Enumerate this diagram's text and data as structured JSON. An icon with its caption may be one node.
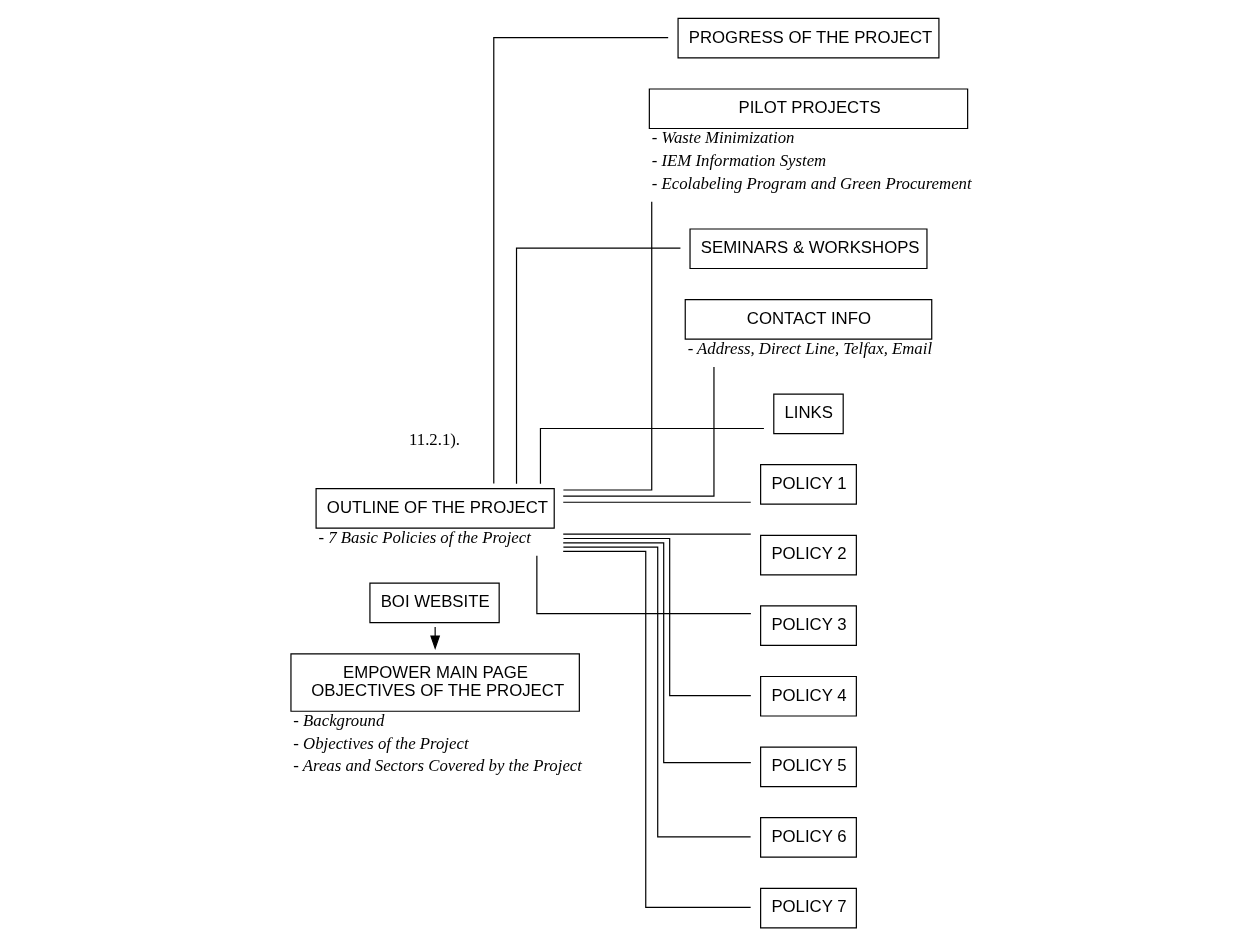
{
  "diagram": {
    "nodes": [
      {
        "text": [
          "BOI WEBSITE"
        ]
      },
      {
        "text": [
          "EMPOWER MAIN PAGE",
          "OBJECTIVES OF THE PROJECT"
        ],
        "beside": [
          "- Background",
          "- Objectives of the Project",
          "- Areas and Sectors Covered by the Project"
        ]
      },
      {
        "text": [
          "OUTLINE OF THE PROJECT"
        ],
        "beside": [
          "- 7 Basic Policies of the Project"
        ]
      },
      {
        "text": [
          "PROGRESS OF THE PROJECT"
        ]
      },
      {
        "text": [
          "PILOT PROJECTS"
        ],
        "beside": [
          "- Waste Minimization",
          "- IEM Information System",
          "- Ecolabeling Program and Green Procurement"
        ]
      },
      {
        "text": [
          "SEMINARS & WORKSHOPS"
        ]
      },
      {
        "text": [
          "CONTACT INFO"
        ],
        "beside": [
          "- Address, Direct Line, Telfax, Email"
        ]
      },
      {
        "text": [
          "LINKS"
        ]
      },
      {
        "text": [
          "POLICY 1"
        ]
      },
      {
        "text": [
          "POLICY 2"
        ]
      },
      {
        "text": [
          "POLICY 3"
        ]
      },
      {
        "text": [
          "POLICY 4"
        ]
      },
      {
        "text": [
          "POLICY 5"
        ]
      },
      {
        "text": [
          "POLICY 6"
        ]
      },
      {
        "text": [
          "POLICY 7"
        ]
      }
    ],
    "edges": [
      {
        "from": 0,
        "to": 1,
        "arrow": "to"
      },
      {
        "from": 2,
        "to": 3,
        "arrow": "none"
      },
      {
        "from": 2,
        "to": 4,
        "arrow": "none"
      },
      {
        "from": 2,
        "to": 5,
        "arrow": "none"
      },
      {
        "from": 2,
        "to": 6,
        "arrow": "none"
      },
      {
        "from": 2,
        "to": 7,
        "arrow": "none"
      },
      {
        "from": 2,
        "to": 8,
        "arrow": "none"
      },
      {
        "from": 2,
        "to": 9,
        "arrow": "none"
      },
      {
        "from": 2,
        "to": 10,
        "arrow": "none"
      },
      {
        "from": 2,
        "to": 11,
        "arrow": "none"
      },
      {
        "from": 2,
        "to": 12,
        "arrow": "none"
      },
      {
        "from": 2,
        "to": 13,
        "arrow": "none"
      },
      {
        "from": 2,
        "to": 14,
        "arrow": "none"
      }
    ],
    "labels": [
      "11.2.1)."
    ]
  }
}
